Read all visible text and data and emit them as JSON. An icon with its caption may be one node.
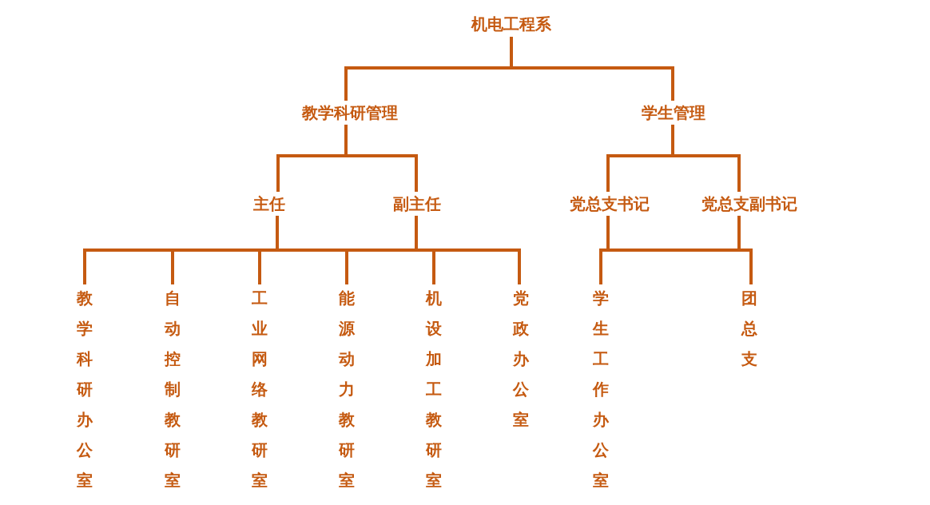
{
  "diagram": {
    "nodes": [
      {
        "text": [
          "机电工程系"
        ]
      },
      {
        "text": [
          "教学科研管理"
        ]
      },
      {
        "text": [
          "学生管理"
        ]
      },
      {
        "text": [
          "主任"
        ]
      },
      {
        "text": [
          "副主任"
        ]
      },
      {
        "text": [
          "党总支书记"
        ]
      },
      {
        "text": [
          "党总支副书记"
        ]
      },
      {
        "text": [
          "教学科研办公室"
        ]
      },
      {
        "text": [
          "自动控制教研室"
        ]
      },
      {
        "text": [
          "工业网络教研室"
        ]
      },
      {
        "text": [
          "能源动力教研室"
        ]
      },
      {
        "text": [
          "机设加工教研室"
        ]
      },
      {
        "text": [
          "党政办公室"
        ]
      },
      {
        "text": [
          "学生工作办公室"
        ]
      },
      {
        "text": [
          "团总支"
        ]
      }
    ],
    "edges": [
      {
        "from": 0,
        "to": 1,
        "arrow": "none"
      },
      {
        "from": 0,
        "to": 2,
        "arrow": "none"
      },
      {
        "from": 1,
        "to": 3,
        "arrow": "none"
      },
      {
        "from": 1,
        "to": 4,
        "arrow": "none"
      },
      {
        "from": 2,
        "to": 5,
        "arrow": "none"
      },
      {
        "from": 2,
        "to": 6,
        "arrow": "none"
      },
      {
        "from": 3,
        "to": 7,
        "arrow": "none"
      },
      {
        "from": 3,
        "to": 8,
        "arrow": "none"
      },
      {
        "from": 3,
        "to": 9,
        "arrow": "none"
      },
      {
        "from": 3,
        "to": 10,
        "arrow": "none"
      },
      {
        "from": 3,
        "to": 11,
        "arrow": "none"
      },
      {
        "from": 3,
        "to": 12,
        "arrow": "none"
      },
      {
        "from": 4,
        "to": 7,
        "arrow": "none"
      },
      {
        "from": 4,
        "to": 8,
        "arrow": "none"
      },
      {
        "from": 4,
        "to": 9,
        "arrow": "none"
      },
      {
        "from": 4,
        "to": 10,
        "arrow": "none"
      },
      {
        "from": 4,
        "to": 11,
        "arrow": "none"
      },
      {
        "from": 4,
        "to": 12,
        "arrow": "none"
      },
      {
        "from": 5,
        "to": 13,
        "arrow": "none"
      },
      {
        "from": 5,
        "to": 14,
        "arrow": "none"
      },
      {
        "from": 6,
        "to": 13,
        "arrow": "none"
      },
      {
        "from": 6,
        "to": 14,
        "arrow": "none"
      }
    ]
  }
}
